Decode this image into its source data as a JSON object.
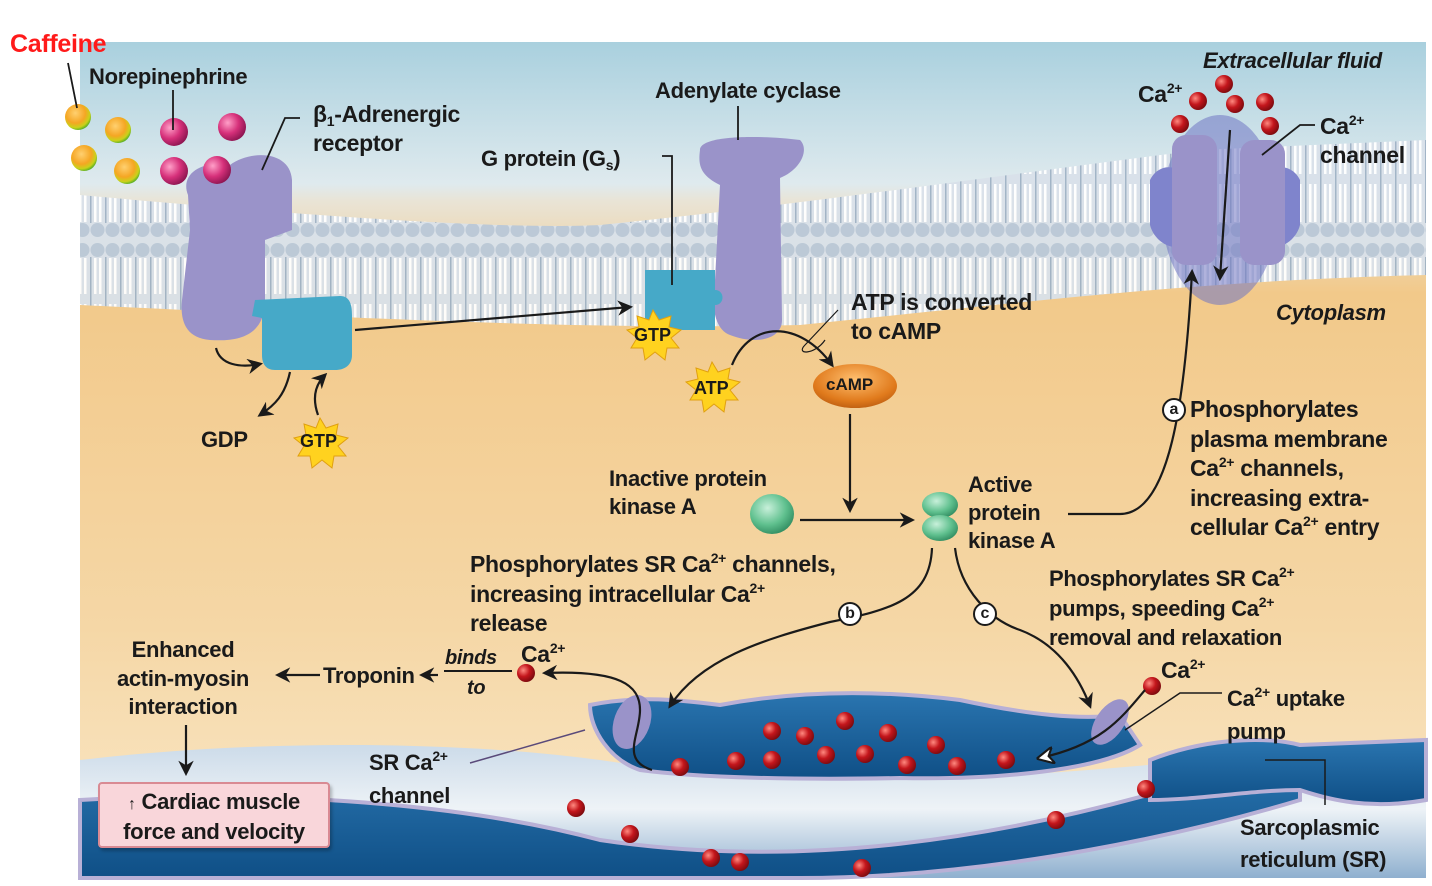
{
  "title": "β1-adrenergic signaling in cardiac muscle",
  "colors": {
    "extracellular": "#b7d8e4",
    "cytoplasm": "#f3cf92",
    "receptor": "#9a93c9",
    "g_protein": "#46a9c8",
    "gtp_star": "#ffd21f",
    "camp": "#e07a1c",
    "pka": "#5fc08e",
    "calcium": "#c4161c",
    "sr": "#1f6aa3",
    "norepinephrine": "#d6307a",
    "caffeine_label": "#ff1a1a",
    "outcome_box": "#f9d6da"
  },
  "labels": {
    "caffeine": "Caffeine",
    "norepinephrine": "Norepinephrine",
    "receptor_line1": "β",
    "receptor_sub": "1",
    "receptor_line1_rest": "-Adrenergic",
    "receptor_line2": "receptor",
    "adenylate_cyclase": "Adenylate cyclase",
    "g_protein": "G protein (G",
    "g_protein_sub": "s",
    "g_protein_close": ")",
    "extracellular_fluid": "Extracellular fluid",
    "cytoplasm": "Cytoplasm",
    "ca_ion": "Ca",
    "ca_charge": "2+",
    "ca_channel_line2": "channel",
    "atp_converted_line1": "ATP is converted",
    "atp_converted_line2": "to cAMP",
    "gdp": "GDP",
    "gtp": "GTP",
    "atp": "ATP",
    "camp": "cAMP",
    "inactive_pka_line1": "Inactive protein",
    "inactive_pka_line2": "kinase A",
    "active_pka_line1": "Active",
    "active_pka_line2": "protein",
    "active_pka_line3": "kinase A",
    "step_a_badge": "a",
    "step_a_line1": "Phosphorylates",
    "step_a_line2": "plasma membrane",
    "step_a_line3_rest": " channels,",
    "step_a_line4": "increasing extra-",
    "step_a_line5_pre": "cellular Ca",
    "step_a_line5_post": " entry",
    "step_b_badge": "b",
    "step_b_line1_pre": "Phosphorylates SR Ca",
    "step_b_line1_post": " channels,",
    "step_b_line2": "increasing intracellular Ca",
    "step_b_line3": "release",
    "step_c_badge": "c",
    "step_c_line1": "Phosphorylates SR Ca",
    "step_c_line2": "pumps, speeding Ca",
    "step_c_line3": "removal and relaxation",
    "binds": "binds",
    "to": "to",
    "troponin": "Troponin",
    "enhanced_line1": "Enhanced",
    "enhanced_line2": "actin-myosin",
    "enhanced_line3": "interaction",
    "sr_channel_line1": "SR Ca",
    "sr_channel_line2": "channel",
    "uptake_pump_line1_post": " uptake",
    "uptake_pump_line2": "pump",
    "sr_line1": "Sarcoplasmic",
    "sr_line2": "reticulum (SR)",
    "outcome_arrow": "↑",
    "outcome_line1": "Cardiac muscle",
    "outcome_line2": "force and velocity"
  }
}
